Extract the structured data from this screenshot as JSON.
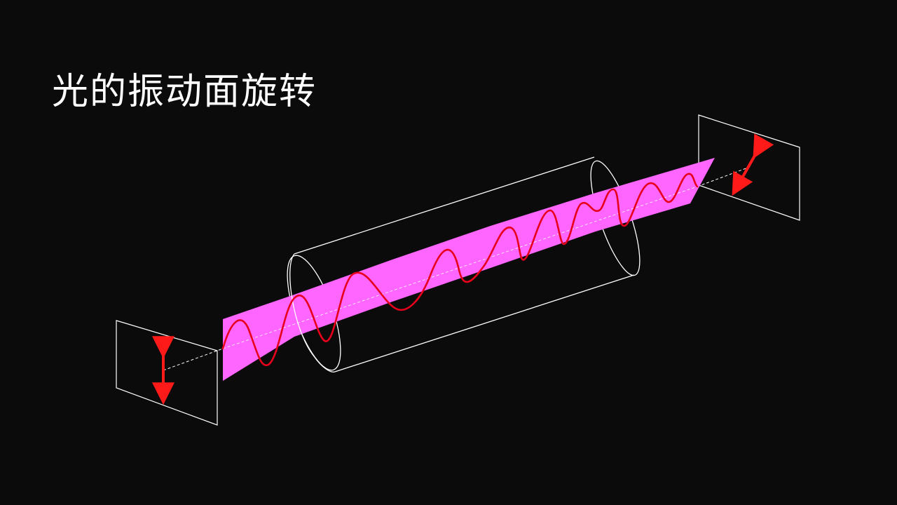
{
  "slide": {
    "title": "光的振动面旋转"
  },
  "colors": {
    "background": "#0b0b0b",
    "outline": "#ffffff",
    "plane_fill": "#ff66ff",
    "wave": "#e8001c",
    "arrow": "#ff1a1a"
  },
  "icons": {
    "input_arrow": "double-headed-arrow-vertical",
    "output_arrow": "double-headed-arrow-tilted"
  }
}
